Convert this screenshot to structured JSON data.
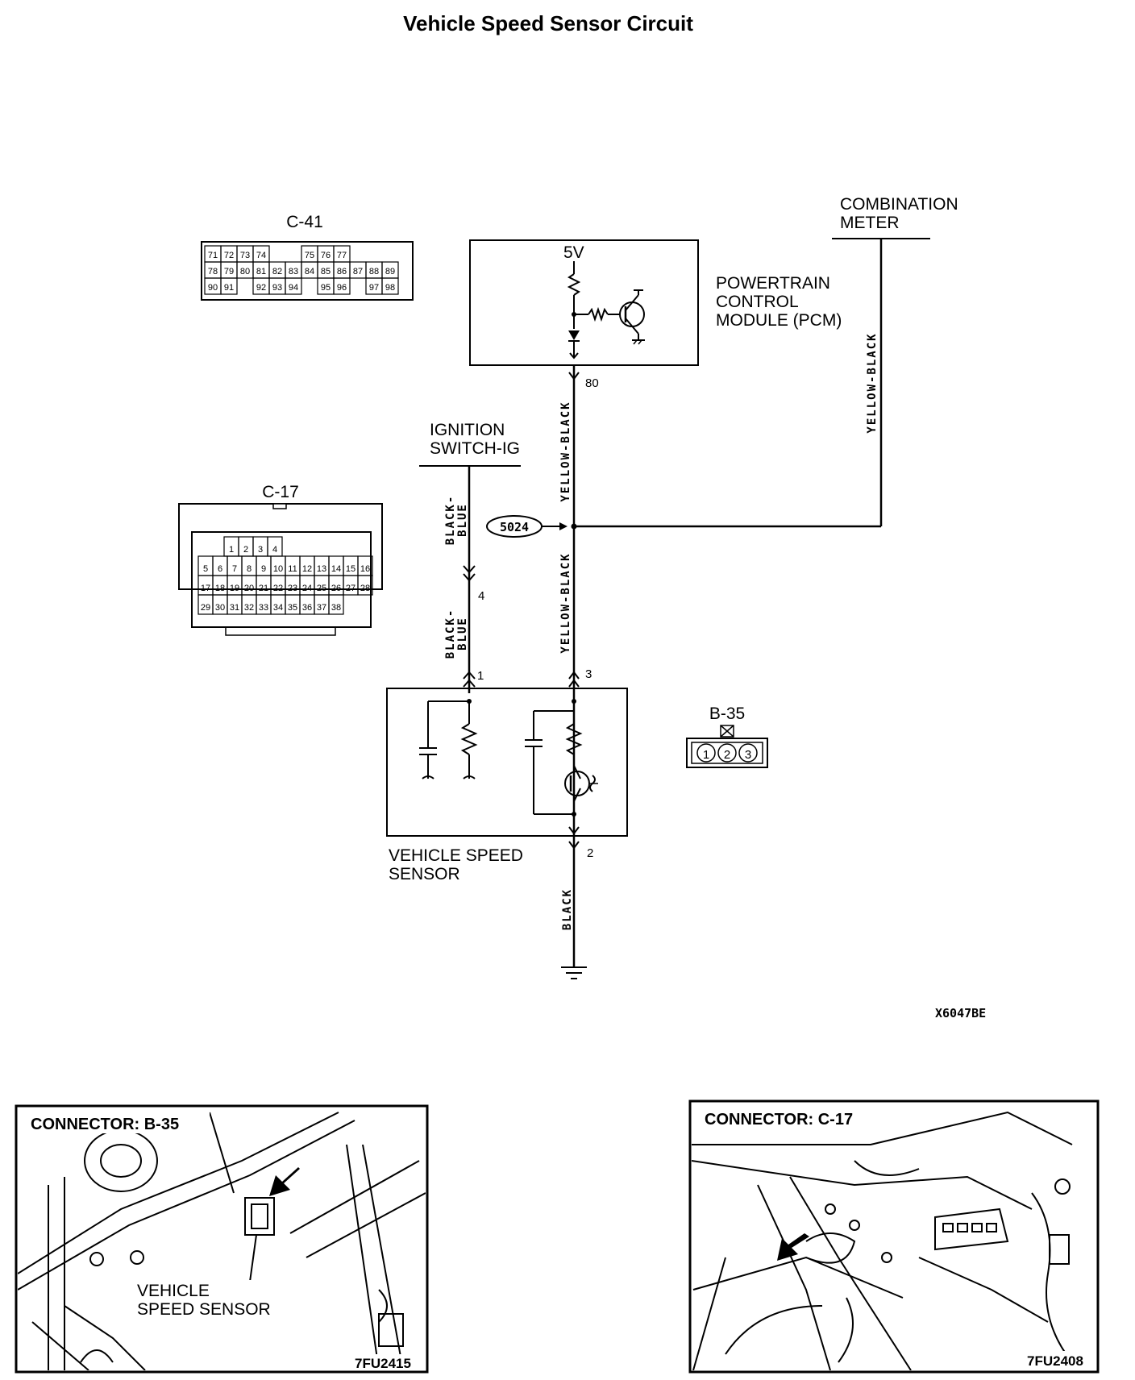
{
  "title": "Vehicle Speed Sensor Circuit",
  "components": {
    "pcm": {
      "label_lines": [
        "POWERTRAIN",
        "CONTROL",
        "MODULE (PCM)"
      ],
      "supply": "5V"
    },
    "combination_meter": {
      "label_lines": [
        "COMBINATION",
        "METER"
      ]
    },
    "ignition_switch": {
      "label_lines": [
        "IGNITION",
        "SWITCH-IG"
      ]
    },
    "vehicle_speed_sensor": {
      "label_lines": [
        "VEHICLE SPEED",
        "SENSOR"
      ]
    }
  },
  "pins": {
    "pcm_out": "80",
    "c17": "4",
    "vss_1": "1",
    "vss_3": "3",
    "vss_2": "2"
  },
  "wires": {
    "meter_wire": "YELLOW-BLACK",
    "pcm_wire": "YELLOW-BLACK",
    "sensor_signal_wire": "YELLOW-BLACK",
    "ig_upper": [
      "BLACK-",
      "BLUE"
    ],
    "ig_lower": [
      "BLACK-",
      "BLUE"
    ],
    "ground_wire": "BLACK"
  },
  "splice": "5024",
  "connectors": {
    "c41": {
      "label": "C-41",
      "rows": [
        [
          "71",
          "72",
          "73",
          "74",
          "",
          "",
          "75",
          "76",
          "77"
        ],
        [
          "78",
          "79",
          "80",
          "81",
          "82",
          "83",
          "84",
          "85",
          "86",
          "87",
          "88",
          "89"
        ],
        [
          "90",
          "91",
          "",
          "92",
          "93",
          "94",
          "",
          "95",
          "96",
          "",
          "97",
          "98"
        ]
      ]
    },
    "c17": {
      "label": "C-17",
      "rows": [
        [
          "1",
          "2",
          "3",
          "4"
        ],
        [
          "5",
          "6",
          "7",
          "8",
          "9",
          "10",
          "11",
          "12",
          "13",
          "14",
          "15",
          "16"
        ],
        [
          "17",
          "18",
          "19",
          "20",
          "21",
          "22",
          "23",
          "24",
          "25",
          "26",
          "27",
          "28"
        ],
        [
          "29",
          "30",
          "31",
          "32",
          "33",
          "34",
          "35",
          "36",
          "37",
          "38"
        ]
      ]
    },
    "b35": {
      "label": "B-35",
      "pins": [
        "1",
        "2",
        "3"
      ]
    }
  },
  "diagram_code": "X6047BE",
  "photos": [
    {
      "caption": "CONNECTOR: B-35",
      "inset_lines": [
        "VEHICLE",
        "SPEED SENSOR"
      ],
      "code": "7FU2415"
    },
    {
      "caption": "CONNECTOR: C-17",
      "code": "7FU2408"
    }
  ]
}
